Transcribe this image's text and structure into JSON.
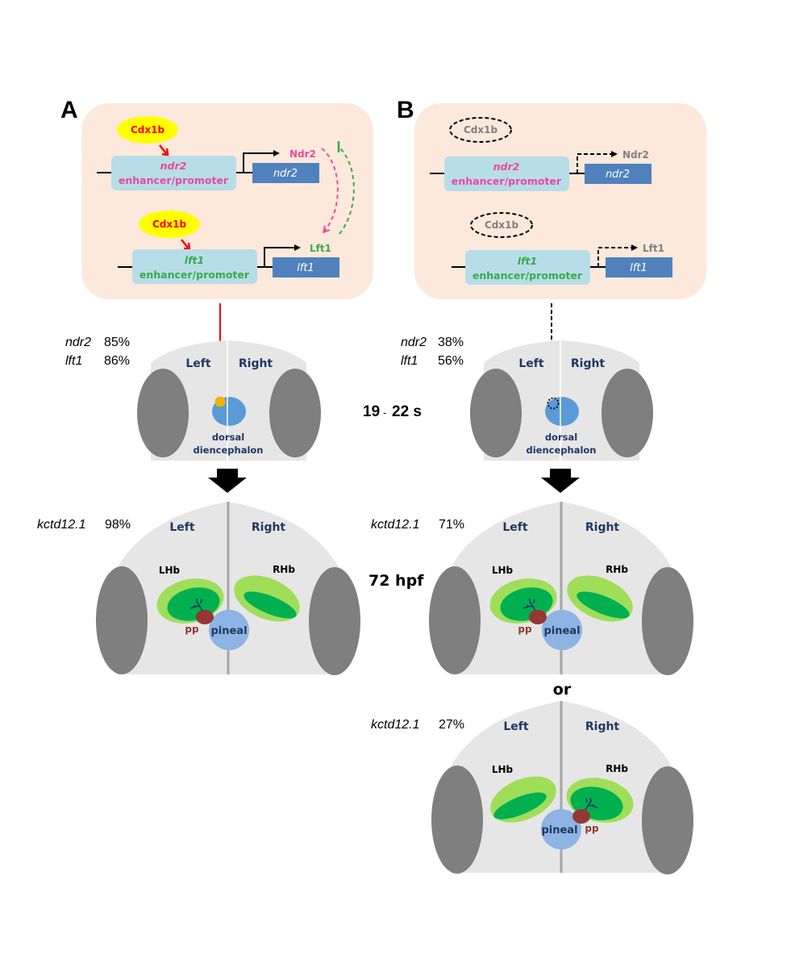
{
  "panels": {
    "A": {
      "letter": "A",
      "regulation": {
        "top": {
          "factor": "Cdx1b",
          "gene": "ndr2",
          "element_label": "enhancer/promoter",
          "gene_box": "ndr2",
          "product": "Ndr2"
        },
        "bottom": {
          "factor": "Cdx1b",
          "gene": "lft1",
          "element_label": "enhancer/promoter",
          "gene_box": "lft1",
          "product": "Lft1"
        }
      },
      "stage1": {
        "expr": [
          {
            "gene": "ndr2",
            "value": "85%"
          },
          {
            "gene": "lft1",
            "value": "86%"
          }
        ],
        "left": "Left",
        "right": "Right",
        "region_line1": "dorsal",
        "region_line2": "diencephalon"
      },
      "stage2": {
        "gene": "kctd12.1",
        "value": "98%",
        "left": "Left",
        "right": "Right",
        "lhb": "LHb",
        "rhb": "RHb",
        "pp": "pp",
        "pineal": "pineal"
      }
    },
    "B": {
      "letter": "B",
      "regulation": {
        "top": {
          "factor": "Cdx1b",
          "gene": "ndr2",
          "element_label": "enhancer/promoter",
          "gene_box": "ndr2",
          "product": "Ndr2"
        },
        "bottom": {
          "factor": "Cdx1b",
          "gene": "lft1",
          "element_label": "enhancer/promoter",
          "gene_box": "lft1",
          "product": "Lft1"
        }
      },
      "stage1": {
        "expr": [
          {
            "gene": "ndr2",
            "value": "38%"
          },
          {
            "gene": "lft1",
            "value": "56%"
          }
        ],
        "left": "Left",
        "right": "Right",
        "region_line1": "dorsal",
        "region_line2": "diencephalon"
      },
      "stage2a": {
        "gene": "kctd12.1",
        "value": "71%",
        "left": "Left",
        "right": "Right",
        "lhb": "LHb",
        "rhb": "RHb",
        "pp": "pp",
        "pineal": "pineal"
      },
      "or_label": "or",
      "stage2b": {
        "gene": "kctd12.1",
        "value": "27%",
        "left": "Left",
        "right": "Right",
        "lhb": "LHb",
        "rhb": "RHb",
        "pp": "pp",
        "pineal": "pineal"
      }
    }
  },
  "stages": {
    "early": "19",
    "early_sep": "-",
    "early_end": "22 s",
    "late": "72 hpf"
  },
  "colors": {
    "panel_bg": "#fce9dc",
    "enhancer_bg": "#b7dde8",
    "gene_box": "#4f81bd",
    "cdx1b_fill": "#ffff00",
    "cdx1b_text": "#ff0000",
    "ndr2": "#e84a9a",
    "lft1": "#3aaa4a",
    "inactive_text": "#7f7f7f",
    "brain": "#e6e6e6",
    "eye": "#7f7f7f",
    "diencephalon": "#5b9bd5",
    "yellow_dot": "#f2b400",
    "hb_outer": "#a0de5a",
    "hb_inner": "#00b050",
    "pineal": "#8db4e2",
    "pp": "#953735",
    "brain_label": "#203864"
  }
}
